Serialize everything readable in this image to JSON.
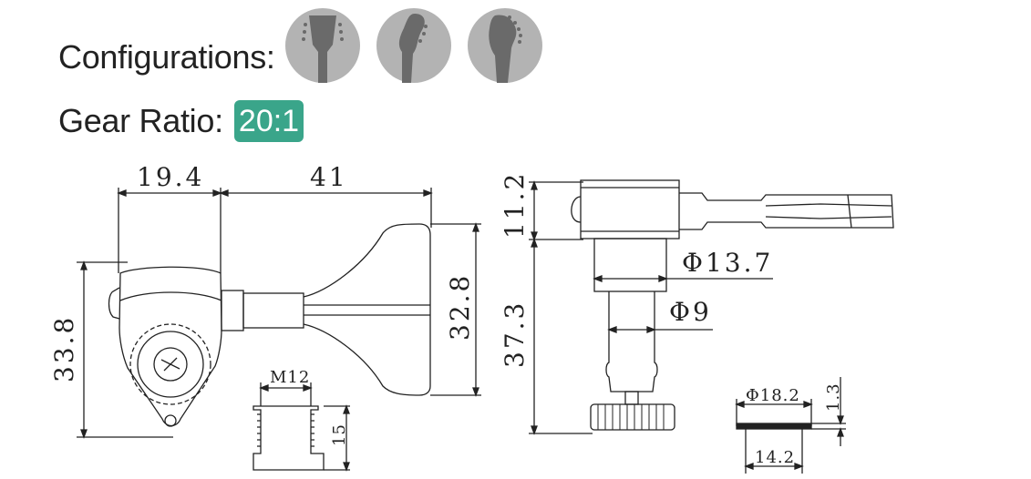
{
  "configurations": {
    "label": "Configurations:",
    "icons": [
      "headstock-3x3-icon",
      "headstock-4-inline-icon",
      "headstock-6-inline-icon"
    ]
  },
  "gear_ratio": {
    "label": "Gear Ratio:",
    "value": "20:1"
  },
  "colors": {
    "badge": "#3aa58a",
    "icon_circle": "#b3b3b3",
    "icon_headstock": "#6a6a6a",
    "line": "#222222"
  },
  "dimensions": {
    "body_width": "19.4",
    "shaft_length": "41",
    "body_height": "33.8",
    "key_height": "32.8",
    "post_height": "11.2",
    "bushing_dia": "Φ13.7",
    "post_dia": "Φ9",
    "total_height": "37.3",
    "thread": "M12",
    "bushing_length": "15",
    "washer_dia": "Φ18.2",
    "washer_thick": "1.3",
    "washer_inner": "14.2"
  }
}
